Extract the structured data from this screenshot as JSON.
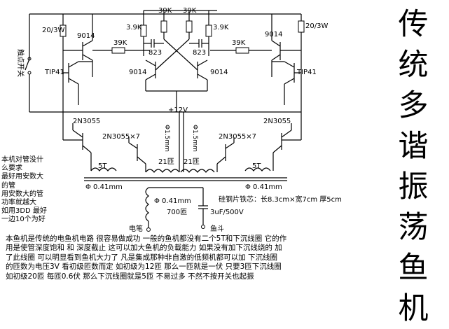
{
  "title_chars": [
    "传",
    "统",
    "多",
    "谐",
    "振",
    "荡",
    "鱼",
    "机"
  ],
  "labels": {
    "r_20_3w_left": "20/3W",
    "r_20_3w_right": "20/3W",
    "q_9014_top_left": "9014",
    "q_9014_top_right": "9014",
    "q_9014_mid_left": "9014",
    "q_9014_mid_right": "9014",
    "r_39k_left": "39K",
    "r_39k_right": "39K",
    "r_39k_top_left": "39K",
    "r_39k_top_right": "39K",
    "r_3_9k_left": "3.9K",
    "r_3_9k_right": "3.9K",
    "c_823_left": "823",
    "c_823_right": "823",
    "q_tip41_left": "TIP41",
    "q_tip41_right": "TIP41",
    "switch_label": "触点开关",
    "plus_12v": "+12V",
    "q_2n3055_left": "2N3055",
    "q_2n3055_right": "2N3055",
    "q_2n3055x7_left": "2N3055×7",
    "q_2n3055x7_right": "2N3055×7",
    "turns_5t_left": "5T",
    "turns_5t_right": "5T",
    "turns_21_left": "21匝",
    "turns_21_right": "21匝",
    "wire_1_5mm_left": "Φ1.5mm",
    "wire_1_5mm_right": "Φ1.5mm",
    "wire_0_41_left": "Φ 0.41mm",
    "wire_0_41_mid": "Φ 0.41mm",
    "wire_0_41_right": "Φ 0.41mm",
    "core_note": "硅钢片铁芯：长8.3cm×宽7cm 厚5cm",
    "turns_700": "700匝",
    "cap_3uf": "3uF/500V",
    "electrode_pen": "电笔",
    "fish_bucket": "鱼斗"
  },
  "side_note": [
    "本机对管没什",
    "么要求",
    "最好用安数大",
    "的管",
    "用安数大的管",
    "功率就越大",
    "如用3DD 最好",
    "一边10个为好"
  ],
  "description": [
    "本鱼机是传统的电鱼机电路  很容易做成功  一般的鱼机都没有二个5T和下沉线圈  它的作",
    "用是使管深度饱和  和  深度截止  这可以加大鱼机的负载能力  如果没有加下沉线绕的  加",
    "了此线圈  可以明显看到鱼机大力了  凡是集成那种非自激的低频机都可以加  下沉线圈",
    "的匝数为电压3V  看初级匝数而定  如初级为12匝  那么一匝就是一伏  只要3匝下沉线圈",
    "如初级20匝  每匝0.6伏  那么下沉线圈就是5匝  不易过多  不然不按开关也起振"
  ]
}
